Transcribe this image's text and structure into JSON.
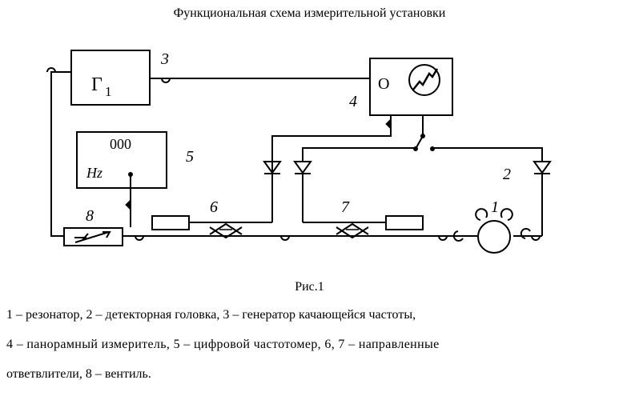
{
  "title": "Функциональная схема измерительной установки",
  "blocks": {
    "generator": {
      "symbol": "Г",
      "subscript": "1"
    },
    "oscilloscope": {
      "symbol": "О"
    },
    "counter": {
      "display": "000",
      "unit": "Hz"
    }
  },
  "numbers": {
    "n1": "1",
    "n2": "2",
    "n3": "3",
    "n4": "4",
    "n5": "5",
    "n6": "6",
    "n7": "7",
    "n8": "8"
  },
  "caption": "Рис.1",
  "legend": {
    "line1": "1 – резонатор, 2 – детекторная головка, 3 – генератор качающейся частоты,",
    "line2": "4  – панорамный измеритель, 5 – цифровой частотомер, 6, 7 – направленные",
    "line3": "ответвлители, 8 – вентиль."
  }
}
